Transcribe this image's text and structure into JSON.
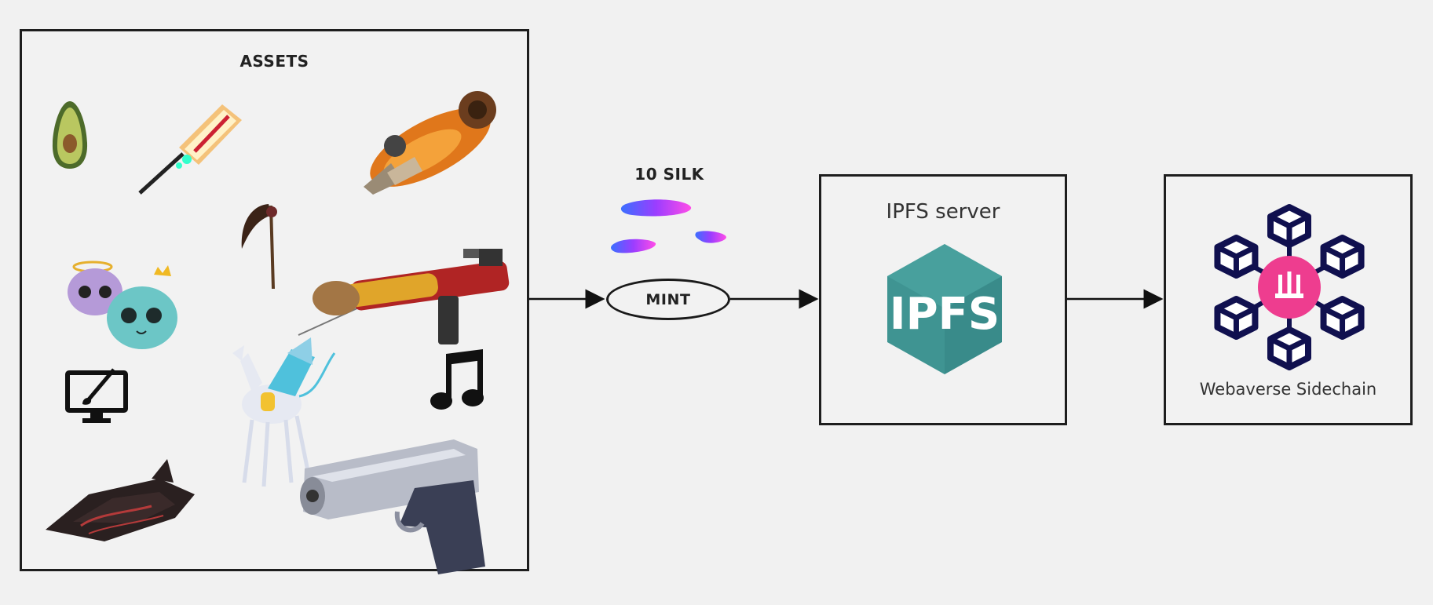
{
  "assets": {
    "title": "ASSETS"
  },
  "token": {
    "label": "10 SILK"
  },
  "mint": {
    "label": "MINT"
  },
  "ipfs": {
    "title": "IPFS server",
    "logo_text": "IPFS"
  },
  "sidechain": {
    "title": "Webaverse Sidechain"
  },
  "colors": {
    "ipfs_teal": "#3f9492",
    "chain_navy": "#10104f",
    "chain_pink": "#ee3d8f"
  }
}
